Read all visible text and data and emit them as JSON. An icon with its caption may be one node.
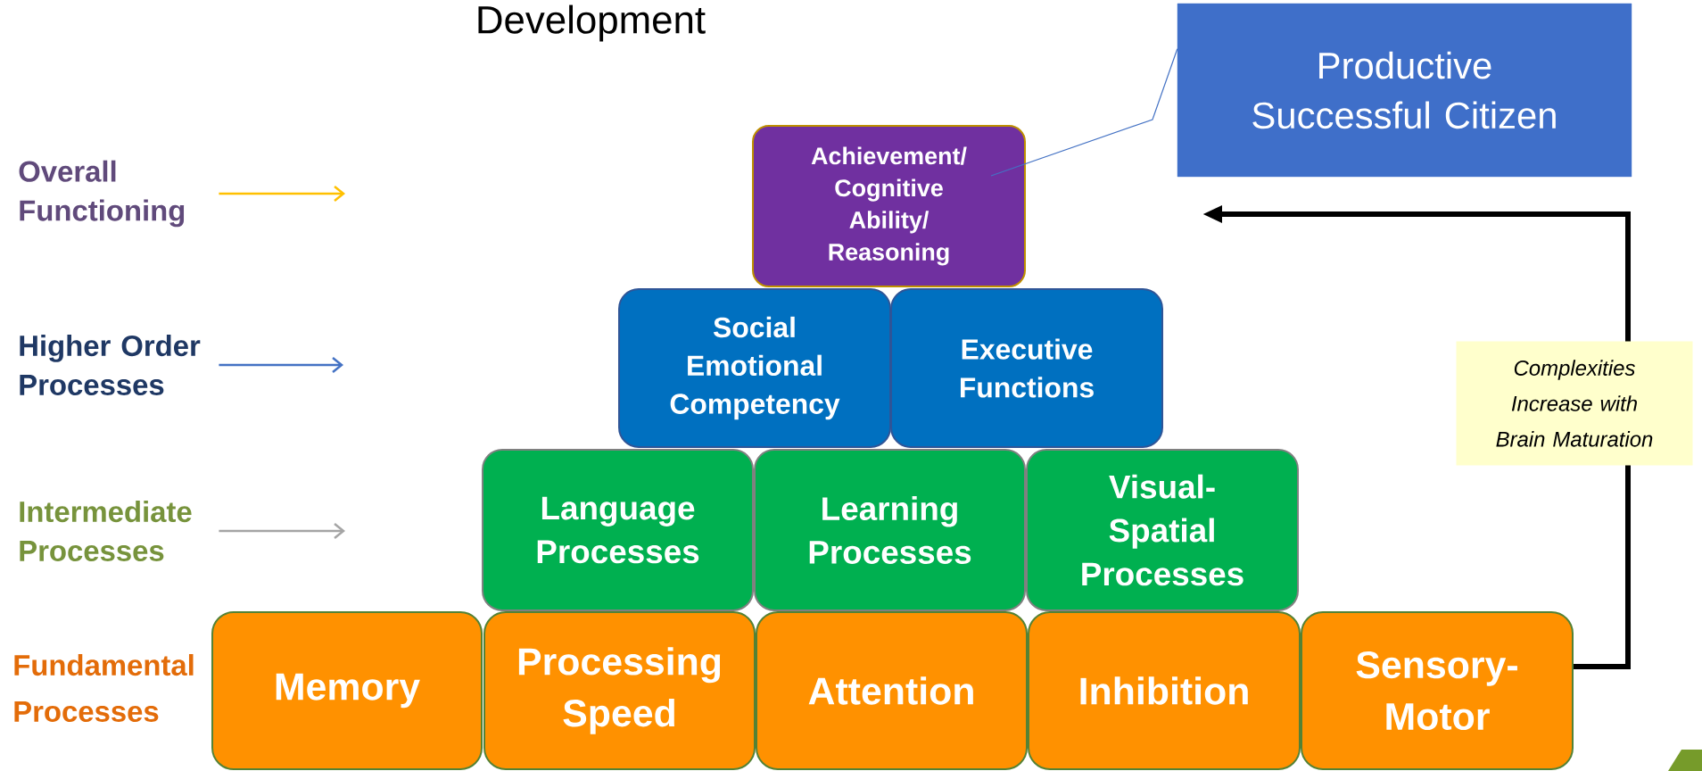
{
  "diagram": {
    "title": "Development",
    "nodes": [
      {
        "text": [
          "Productive Successful Citizen"
        ]
      },
      {
        "text": [
          "Achievement/ Cognitive Ability/ Reasoning"
        ]
      },
      {
        "text": [
          "Social Emotional Competency"
        ]
      },
      {
        "text": [
          "Executive Functions"
        ]
      },
      {
        "text": [
          "Language Processes"
        ]
      },
      {
        "text": [
          "Learning Processes"
        ]
      },
      {
        "text": [
          "Visual-Spatial Processes"
        ]
      },
      {
        "text": [
          "Memory"
        ]
      },
      {
        "text": [
          "Processing Speed"
        ]
      },
      {
        "text": [
          "Attention"
        ]
      },
      {
        "text": [
          "Inhibition"
        ]
      },
      {
        "text": [
          "Sensory-Motor"
        ]
      },
      {
        "text": [
          "Overall Functioning"
        ]
      },
      {
        "text": [
          "Higher Order Processes"
        ]
      },
      {
        "text": [
          "Intermediate Processes"
        ]
      }
    ],
    "edges": [
      {
        "from": 0,
        "to": 1,
        "arrow": "none",
        "color": "#4472c4"
      },
      {
        "from": 12,
        "to": null,
        "arrow": "to",
        "color": "#ffc000"
      },
      {
        "from": 13,
        "to": null,
        "arrow": "to",
        "color": "#4472c4"
      },
      {
        "from": 14,
        "to": null,
        "arrow": "to",
        "color": "#a5a5a5"
      },
      {
        "from": 11,
        "to": null,
        "arrow": "to",
        "style": "thick",
        "color": "#000000",
        "label": "Complexities Increase with Brain Maturation"
      }
    ],
    "labels": [
      "Fundamental Processes"
    ]
  }
}
